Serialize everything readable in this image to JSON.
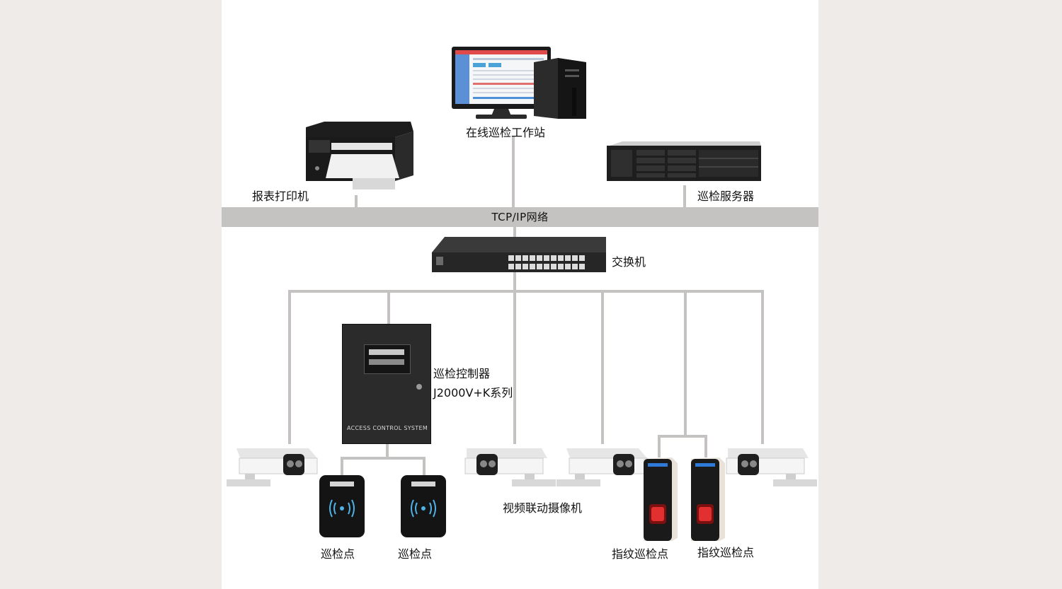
{
  "network": {
    "bus_label": "TCP/IP网络"
  },
  "devices": {
    "workstation": "在线巡检工作站",
    "printer": "报表打印机",
    "server": "巡检服务器",
    "switch": "交换机",
    "controller_line1": "巡检控制器",
    "controller_line2": "J2000V+K系列",
    "controller_panel_text": "ACCESS CONTROL SYSTEM",
    "camera": "视频联动摄像机",
    "patrol_point_1": "巡检点",
    "patrol_point_2": "巡检点",
    "fingerprint_1": "指纹巡检点",
    "fingerprint_2": "指纹巡检点"
  }
}
